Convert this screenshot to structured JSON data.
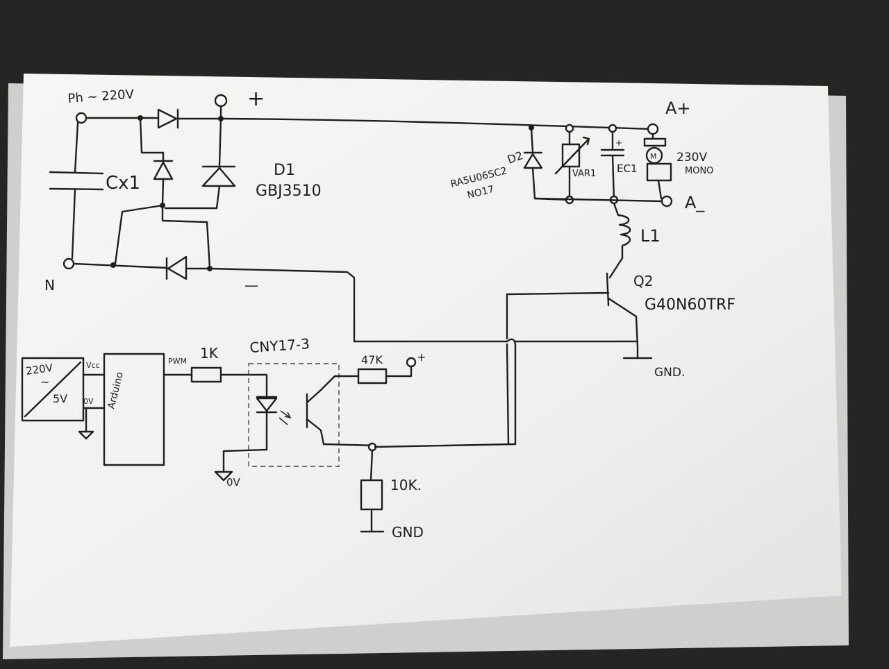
{
  "labels": {
    "phase": "Ph ~ 220V",
    "plus": "+",
    "neutral": "N",
    "minus": "—",
    "cx1": "Cx1",
    "d1": "D1",
    "bridge": "GBJ3510",
    "a_plus": "A+",
    "a_minus": "A_",
    "d2": "D2",
    "d2_part_1": "RA5U06SC2",
    "d2_part_2": "NO17",
    "var1": "VAR1",
    "ec1": "EC1",
    "motor_1": "230V",
    "motor_2": "MONO",
    "motor_symbol": "M",
    "l1": "L1",
    "q2": "Q2",
    "q2_part": "G40N60TRF",
    "gnd_right": "GND.",
    "psu_top": "220V",
    "psu_tilde": "~",
    "psu_bottom": "5V",
    "vcc": "Vcc",
    "ov": "0V",
    "arduino": "Arduino",
    "pwm": "PWM",
    "r1k": "1K",
    "opto": "CNY17-3",
    "r47k": "47K",
    "r10k": "10K.",
    "gnd_bottom": "GND",
    "zero_v": "0V"
  }
}
